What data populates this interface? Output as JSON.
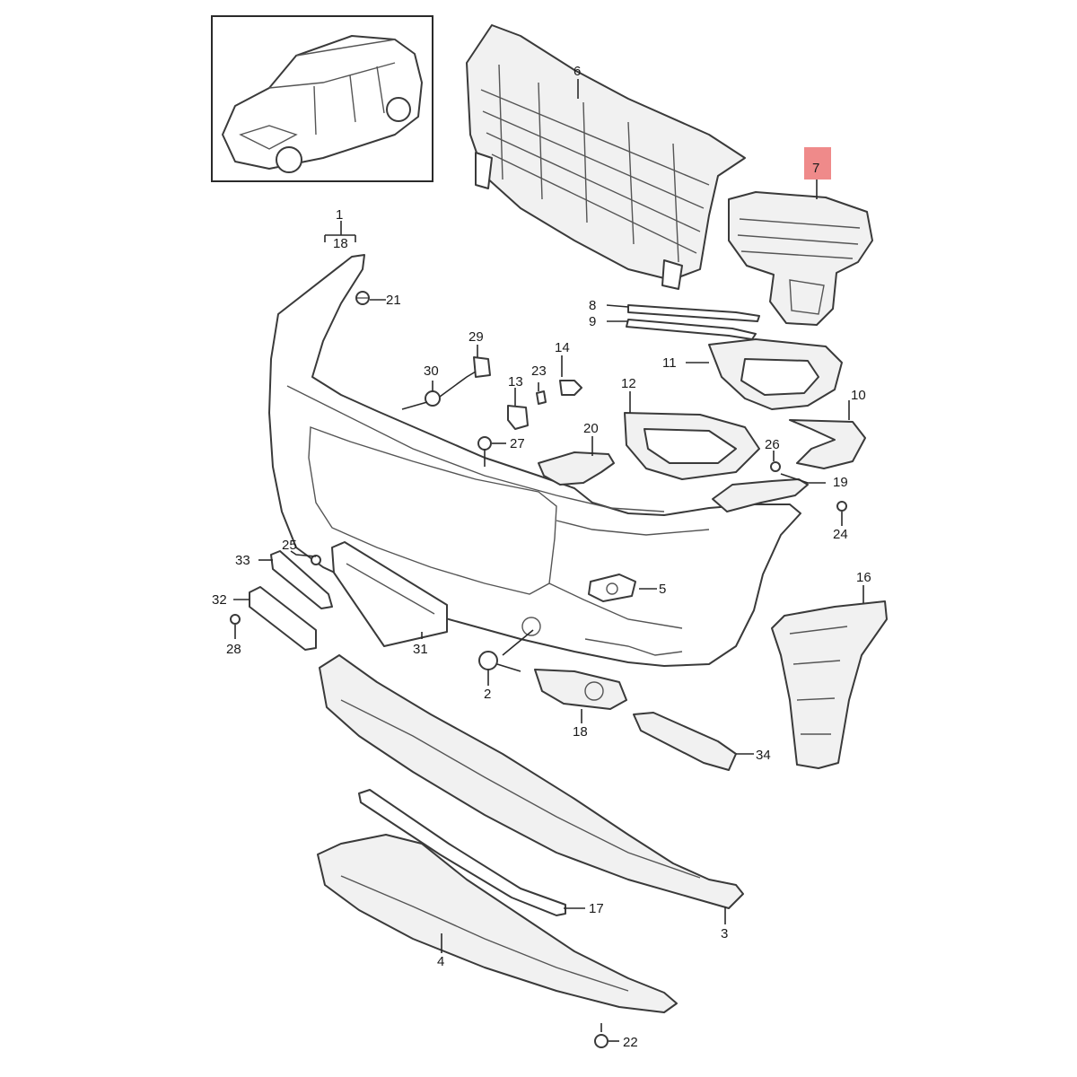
{
  "diagram": {
    "callouts": {
      "c1": "1",
      "c2": "2",
      "c3": "3",
      "c4": "4",
      "c5": "5",
      "c6": "6",
      "c7": "7",
      "c8": "8",
      "c9": "9",
      "c10": "10",
      "c11": "11",
      "c12": "12",
      "c13": "13",
      "c14": "14",
      "c16": "16",
      "c17": "17",
      "c18a": "18",
      "c18b": "18",
      "c19": "19",
      "c20": "20",
      "c21": "21",
      "c22": "22",
      "c23": "23",
      "c24": "24",
      "c25": "25",
      "c26": "26",
      "c27": "27",
      "c28": "28",
      "c29": "29",
      "c30": "30",
      "c31": "31",
      "c32": "32",
      "c33": "33",
      "c34": "34"
    },
    "highlighted_part": "7",
    "colors": {
      "highlight": "#ef8a8a",
      "line": "#3a3a3a",
      "background": "#ffffff"
    }
  }
}
